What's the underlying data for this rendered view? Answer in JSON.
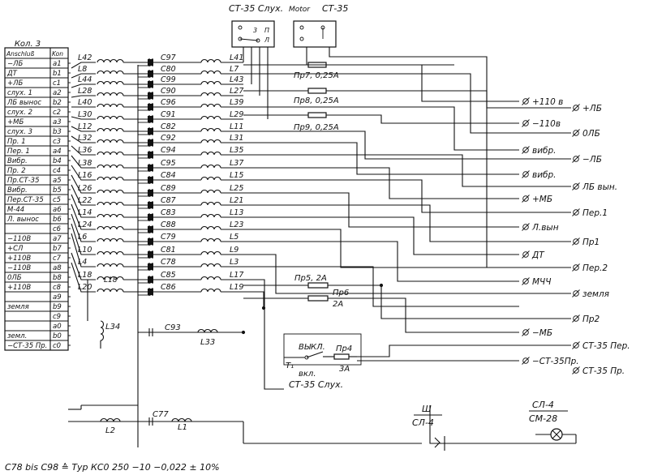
{
  "terminal_table": {
    "title": "Кол. 3",
    "header_left": "Anschluß",
    "header_right": "Kon",
    "rows": [
      {
        "label": "−ЛБ",
        "pin": "a1"
      },
      {
        "label": "ДТ",
        "pin": "b1"
      },
      {
        "label": "+ЛБ",
        "pin": "c1"
      },
      {
        "label": "слух. 1",
        "pin": "a2"
      },
      {
        "label": "ЛБ вынос",
        "pin": "b2"
      },
      {
        "label": "слух. 2",
        "pin": "c2"
      },
      {
        "label": "+МБ",
        "pin": "a3"
      },
      {
        "label": "слух. 3",
        "pin": "b3"
      },
      {
        "label": "Пр. 1",
        "pin": "c3"
      },
      {
        "label": "Пер. 1",
        "pin": "a4"
      },
      {
        "label": "Вибр.",
        "pin": "b4"
      },
      {
        "label": "Пр. 2",
        "pin": "c4"
      },
      {
        "label": "Пр.СТ-35",
        "pin": "a5"
      },
      {
        "label": "Вибр.",
        "pin": "b5"
      },
      {
        "label": "Пер.СТ-35",
        "pin": "c5"
      },
      {
        "label": "М-44",
        "pin": "a6"
      },
      {
        "label": "Л. вынос",
        "pin": "b6"
      },
      {
        "label": "",
        "pin": "c6"
      },
      {
        "label": "−110В",
        "pin": "a7"
      },
      {
        "label": "+СЛ",
        "pin": "b7"
      },
      {
        "label": "+110В",
        "pin": "c7"
      },
      {
        "label": "−110В",
        "pin": "a8"
      },
      {
        "label": "0ЛБ",
        "pin": "b8"
      },
      {
        "label": "+110В",
        "pin": "c8"
      },
      {
        "label": "",
        "pin": "a9"
      },
      {
        "label": "земля",
        "pin": "b9"
      },
      {
        "label": "",
        "pin": "c9"
      },
      {
        "label": "",
        "pin": "a0"
      },
      {
        "label": "земл.",
        "pin": "b0"
      },
      {
        "label": "−СТ-35 Пр.",
        "pin": "c0"
      }
    ]
  },
  "filters": [
    {
      "l_in": "L42",
      "cap": "C97",
      "l_out": "L41"
    },
    {
      "l_in": "L8",
      "cap": "C80",
      "l_out": "L7"
    },
    {
      "l_in": "L44",
      "cap": "C99",
      "l_out": "L43"
    },
    {
      "l_in": "L28",
      "cap": "C90",
      "l_out": "L27"
    },
    {
      "l_in": "L40",
      "cap": "C96",
      "l_out": "L39"
    },
    {
      "l_in": "L30",
      "cap": "C91",
      "l_out": "L29"
    },
    {
      "l_in": "L12",
      "cap": "C82",
      "l_out": "L11"
    },
    {
      "l_in": "L32",
      "cap": "C92",
      "l_out": "L31"
    },
    {
      "l_in": "L36",
      "cap": "C94",
      "l_out": "L35"
    },
    {
      "l_in": "L38",
      "cap": "C95",
      "l_out": "L37"
    },
    {
      "l_in": "L16",
      "cap": "C84",
      "l_out": "L15"
    },
    {
      "l_in": "L26",
      "cap": "C89",
      "l_out": "L25"
    },
    {
      "l_in": "L22",
      "cap": "C87",
      "l_out": "L21"
    },
    {
      "l_in": "L14",
      "cap": "C83",
      "l_out": "L13"
    },
    {
      "l_in": "L24",
      "cap": "C88",
      "l_out": "L23"
    },
    {
      "l_in": "L6",
      "cap": "C79",
      "l_out": "L5"
    },
    {
      "l_in": "L10",
      "cap": "C81",
      "l_out": "L9"
    },
    {
      "l_in": "L4",
      "cap": "C78",
      "l_out": "L3"
    },
    {
      "l_in": "L18",
      "cap": "C85",
      "l_out": "L17"
    },
    {
      "l_in": "L20",
      "cap": "C86",
      "l_out": "L19"
    }
  ],
  "extra_components": {
    "l34": "L34",
    "c93": "C93",
    "l33": "L33",
    "l2": "L2",
    "c77": "C77",
    "l1": "L1"
  },
  "relays": {
    "left_title": "СТ-35 Слух.",
    "right_title": "Motor",
    "right_title2": "СТ-35",
    "left_contacts": [
      "3",
      "П",
      "Л"
    ]
  },
  "fuses": {
    "pr7": "Пр7, 0,25А",
    "pr8": "Пр8, 0,25А",
    "pr9": "Пр9, 0,25А",
    "pr5": "Пр5, 2А",
    "pr6_a": "Пр6",
    "pr6_b": "2А",
    "pr4_a": "Пр4",
    "pr4_b": "3А"
  },
  "switch": {
    "off_label": "ВЫКЛ.",
    "on_label": "вкл.",
    "name": "T₁",
    "caption": "СТ-35 Слух."
  },
  "outputs": [
    "+110 в",
    "+ЛБ",
    "−110в",
    "0ЛБ",
    "вибр.",
    "−ЛБ",
    "вибр.",
    "ЛБ вын.",
    "+МБ",
    "Пер.1",
    "Л.вын",
    "Пр1",
    "ДТ",
    "Пер.2",
    "МЧЧ",
    "земля",
    "Пр2",
    "−МБ",
    "СТ-35 Пер.",
    "−СТ-35Пр.",
    "СТ-35 Пр."
  ],
  "connector": {
    "top": "Ш",
    "bottom": "СЛ-4"
  },
  "lamp": {
    "top": "СЛ-4",
    "bottom": "СМ-28"
  },
  "footnote": "С78 bis С98 ≙ Тур КС0 250 −10 −0,022 ± 10%"
}
